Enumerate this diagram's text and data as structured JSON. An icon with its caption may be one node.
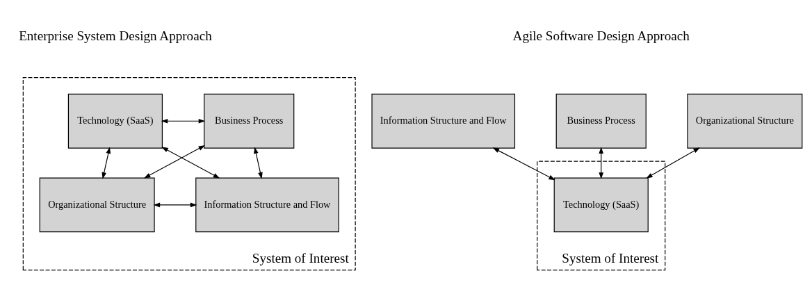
{
  "diagram": {
    "nodes": [
      {
        "text": [
          "System of Interest"
        ]
      },
      {
        "text": [
          "Technology (SaaS)"
        ],
        "in": 0
      },
      {
        "text": [
          "Business Process"
        ],
        "in": 0
      },
      {
        "text": [
          "Organizational Structure"
        ],
        "in": 0
      },
      {
        "text": [
          "Information Structure and Flow"
        ],
        "in": 0
      },
      {
        "text": [
          "Business Process"
        ]
      },
      {
        "text": [
          "Organizational Structure"
        ]
      },
      {
        "text": [
          "Information Structure and Flow"
        ]
      },
      {
        "text": [
          "System of Interest"
        ]
      },
      {
        "text": [
          "Technology (SaaS)"
        ],
        "in": 8
      }
    ],
    "edges": [
      {
        "from": 1,
        "to": 2,
        "arrow": "both"
      },
      {
        "from": 1,
        "to": 3,
        "arrow": "both"
      },
      {
        "from": 2,
        "to": 4,
        "arrow": "both"
      },
      {
        "from": 1,
        "to": 4,
        "arrow": "both"
      },
      {
        "from": 2,
        "to": 3,
        "arrow": "both"
      },
      {
        "from": 3,
        "to": 4,
        "arrow": "both"
      },
      {
        "from": 5,
        "to": 9,
        "arrow": "both"
      },
      {
        "from": 6,
        "to": 9,
        "arrow": "both"
      },
      {
        "from": 7,
        "to": 9,
        "arrow": "both"
      }
    ],
    "labels": [
      "Enterprise System Design Approach",
      "Agile Software Design Approach"
    ]
  }
}
